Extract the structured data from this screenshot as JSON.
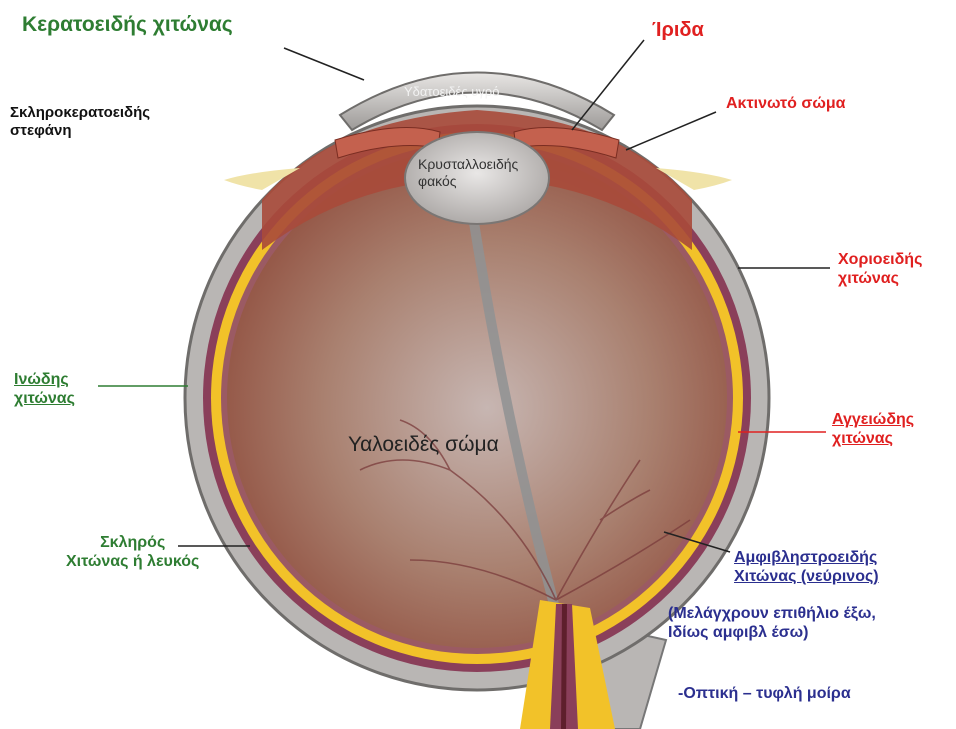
{
  "labels": {
    "cornea": "Κερατοειδής χιτώνας",
    "iris": "Ίριδα",
    "corneoscleral_line1": "Σκληροκερατοειδής",
    "corneoscleral_line2": "στεφάνη",
    "ciliary_body": "Ακτινωτό σώμα",
    "aqueous_humor": "Υδατοειδές υγρό",
    "lens_line1": "Κρυσταλλοειδής",
    "lens_line2": "φακός",
    "choroid_line1": "Χοριοειδής",
    "choroid_line2": "χιτώνας",
    "fibrous_line1": "Ινώδης",
    "fibrous_line2": "χιτώνας",
    "vitreous_body": "Υαλοειδές σώμα",
    "vascular_line1": "Αγγειώδης",
    "vascular_line2": "χιτώνας",
    "sclera_line1": "Σκληρός",
    "sclera_line2": "Χιτώνας ή λευκός",
    "retina_line1": "Αμφιβληστροειδής",
    "retina_line2": "Χιτώνας (νεύρινος)",
    "retina_note_line1": "(Μελάγχρουν επιθήλιο έξω,",
    "retina_note_line2": "Ιδίως αμφιβλ έσω)",
    "optic_blind": "-Οπτική – τυφλή μοίρα"
  },
  "colors": {
    "green_label": "#2e7d32",
    "red_label": "#e02020",
    "blue_label": "#2b2f8f",
    "sclera": "#b9b6b4",
    "choroid": "#8a3f5a",
    "retina_yellow": "#f2c229",
    "vitreous_center": "#b9a6a2",
    "vitreous_edge": "#8e4a3a"
  }
}
